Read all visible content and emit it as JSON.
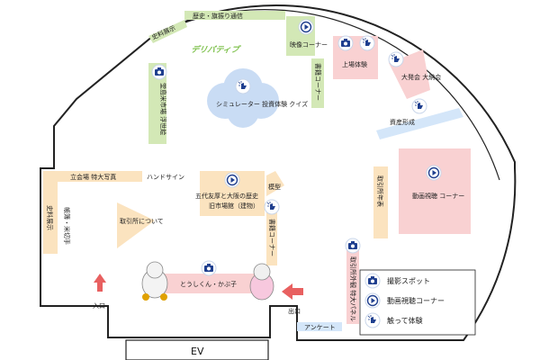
{
  "colors": {
    "wall": "#222222",
    "green": "#d3e8b6",
    "beige": "#fbe3bf",
    "pink": "#f9d1d2",
    "blue": "#d4e6f9",
    "cloud": "#c9dcf4",
    "icon_blue": "#1f3f8f",
    "red": "#e86060",
    "logo_green": "#7cc04a"
  },
  "labels": {
    "shiryo_top": "史料展示",
    "rekishi_hata": "歴史・旗振り通信",
    "eizo_corner": "映像コーナー",
    "dojima": "堂島米市場 浮世絵",
    "shoseki_top": "書籍コーナー",
    "joujou": "上場体験",
    "taihakkai": "大発会 大納会",
    "shisan": "資産形成",
    "logo": "デリバティブ",
    "sim": "シミュレーター 投資体験 クイズ",
    "tachiai": "立会場 特大写真",
    "hand_sign": "ハンドサイン",
    "shiryo_left": "史料展示",
    "hanmi": "帳簿・米切手",
    "torihiki_tsuite": "取引所について",
    "godai": "五代友厚と大阪の歴史",
    "kyu_shijo": "旧市場館（建物）",
    "mokei": "模型",
    "shoseki_mid": "書籍コーナー",
    "nenpyo": "取引所年表",
    "douga": "動画視聴 コーナー",
    "gaikan": "取引所外観 特大パネル",
    "toshi": "とうしくん・かぶ子",
    "entrance": "入口",
    "exit": "出口",
    "enquete": "アンケート",
    "ev": "EV"
  },
  "legend": {
    "camera": "撮影スポット",
    "video": "動画視聴コーナー",
    "touch": "触って体験"
  },
  "icons": [
    "camera-icon",
    "video-icon",
    "touch-icon",
    "arrow-up-icon",
    "arrow-left-icon",
    "mascot-icon"
  ]
}
